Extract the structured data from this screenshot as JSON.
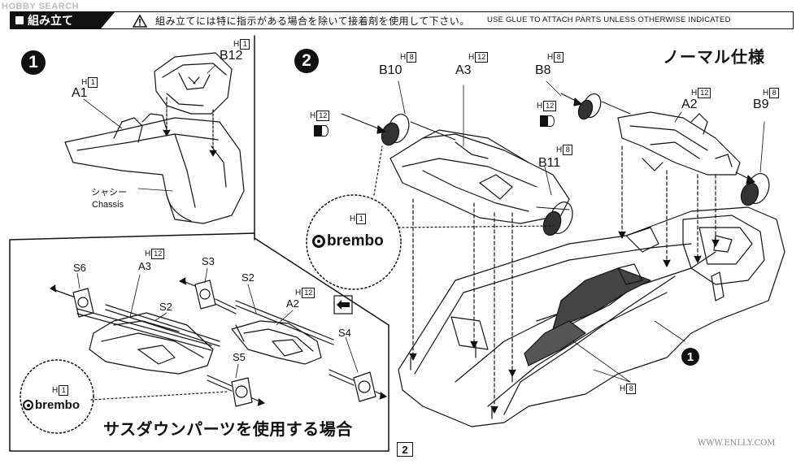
{
  "watermark_top": "HOBBY SEARCH",
  "watermark_bottom": "WWW.ENLLY.COM",
  "header": {
    "section_title": "組み立て",
    "warning_ja": "組み立てには特に指示がある場合を除いて接着剤を使用して下さい。",
    "warning_en": "USE GLUE TO ATTACH PARTS UNLESS OTHERWISE INDICATED"
  },
  "step1": {
    "number": "1",
    "parts": [
      {
        "id": "A1",
        "h": "1"
      },
      {
        "id": "B12",
        "h": "1"
      }
    ],
    "chassis_ja": "シャシー",
    "chassis_en": "Chassis"
  },
  "step2": {
    "number": "2",
    "spec_title": "ノーマル仕様",
    "parts": [
      {
        "id": "B10",
        "h": "8"
      },
      {
        "id": "A3",
        "h": "12"
      },
      {
        "id": "B8",
        "h": "8"
      },
      {
        "id": "A2",
        "h": "12"
      },
      {
        "id": "B9",
        "h": "8"
      },
      {
        "id": "B11",
        "h": "8"
      }
    ],
    "paint_h_left": "12",
    "paint_h_right": "12",
    "brembo_h": "1",
    "brembo_text": "brembo",
    "chassis_ref": "1",
    "chassis_h": "8"
  },
  "sus_down": {
    "title": "サスダウンパーツを使用する場合",
    "parts": [
      {
        "id": "S6"
      },
      {
        "id": "A3",
        "h": "12"
      },
      {
        "id": "S2"
      },
      {
        "id": "S3"
      },
      {
        "id": "S2"
      },
      {
        "id": "A2",
        "h": "12"
      },
      {
        "id": "S5"
      },
      {
        "id": "S4"
      }
    ],
    "brembo_h": "1",
    "brembo_text": "brembo"
  },
  "page_number": "2"
}
